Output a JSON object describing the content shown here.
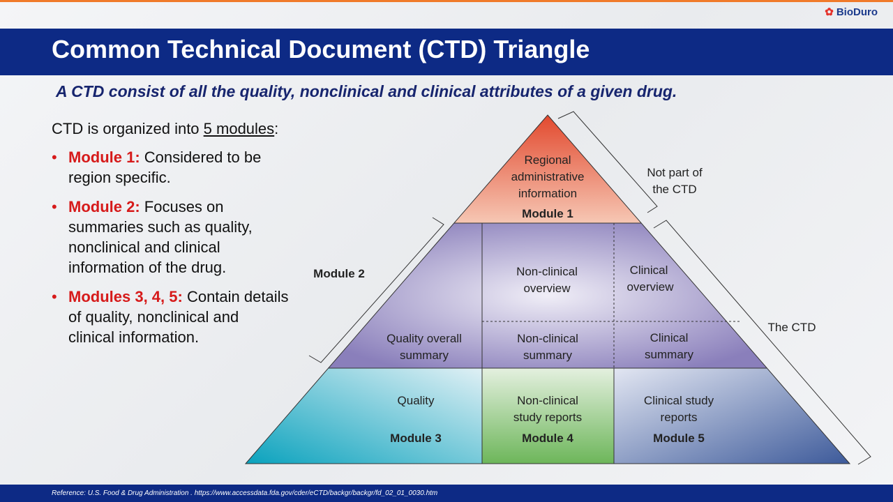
{
  "logo": {
    "name": "BioDuro"
  },
  "title": "Common Technical Document (CTD) Triangle",
  "subtitle": "A CTD consist of all the quality, nonclinical and clinical attributes of a given drug.",
  "intro": {
    "prefix": "CTD is organized into ",
    "underlined": "5 modules",
    "suffix": ":"
  },
  "bullets": [
    {
      "label": "Module 1:",
      "text": " Considered to be region specific."
    },
    {
      "label": "Module 2:",
      "text": " Focuses on summaries such as quality, nonclinical and clinical information of the drug."
    },
    {
      "label": "Modules 3, 4, 5:",
      "text": " Contain details of quality, nonclinical and clinical information."
    }
  ],
  "pyramid": {
    "m1": [
      "Regional",
      "administrative",
      "information"
    ],
    "m1_label": "Module 1",
    "nonclin_overview": [
      "Non-clinical",
      "overview"
    ],
    "clin_overview": [
      "Clinical",
      "overview"
    ],
    "quality_summary": [
      "Quality overall",
      "summary"
    ],
    "nonclin_summary": [
      "Non-clinical",
      "summary"
    ],
    "clin_summary": [
      "Clinical",
      "summary"
    ],
    "quality": "Quality",
    "m3_label": "Module 3",
    "nonclin_reports": [
      "Non-clinical",
      "study reports"
    ],
    "m4_label": "Module 4",
    "clin_reports": [
      "Clinical study",
      "reports"
    ],
    "m5_label": "Module 5",
    "module2_label": "Module 2",
    "not_part": [
      "Not part of",
      "the CTD"
    ],
    "the_ctd": "The CTD"
  },
  "footer": "Reference: U.S. Food & Drug Administration . https://www.accessdata.fda.gov/cder/eCTD/backgr/backgr/fd_02_01_0030.htm"
}
